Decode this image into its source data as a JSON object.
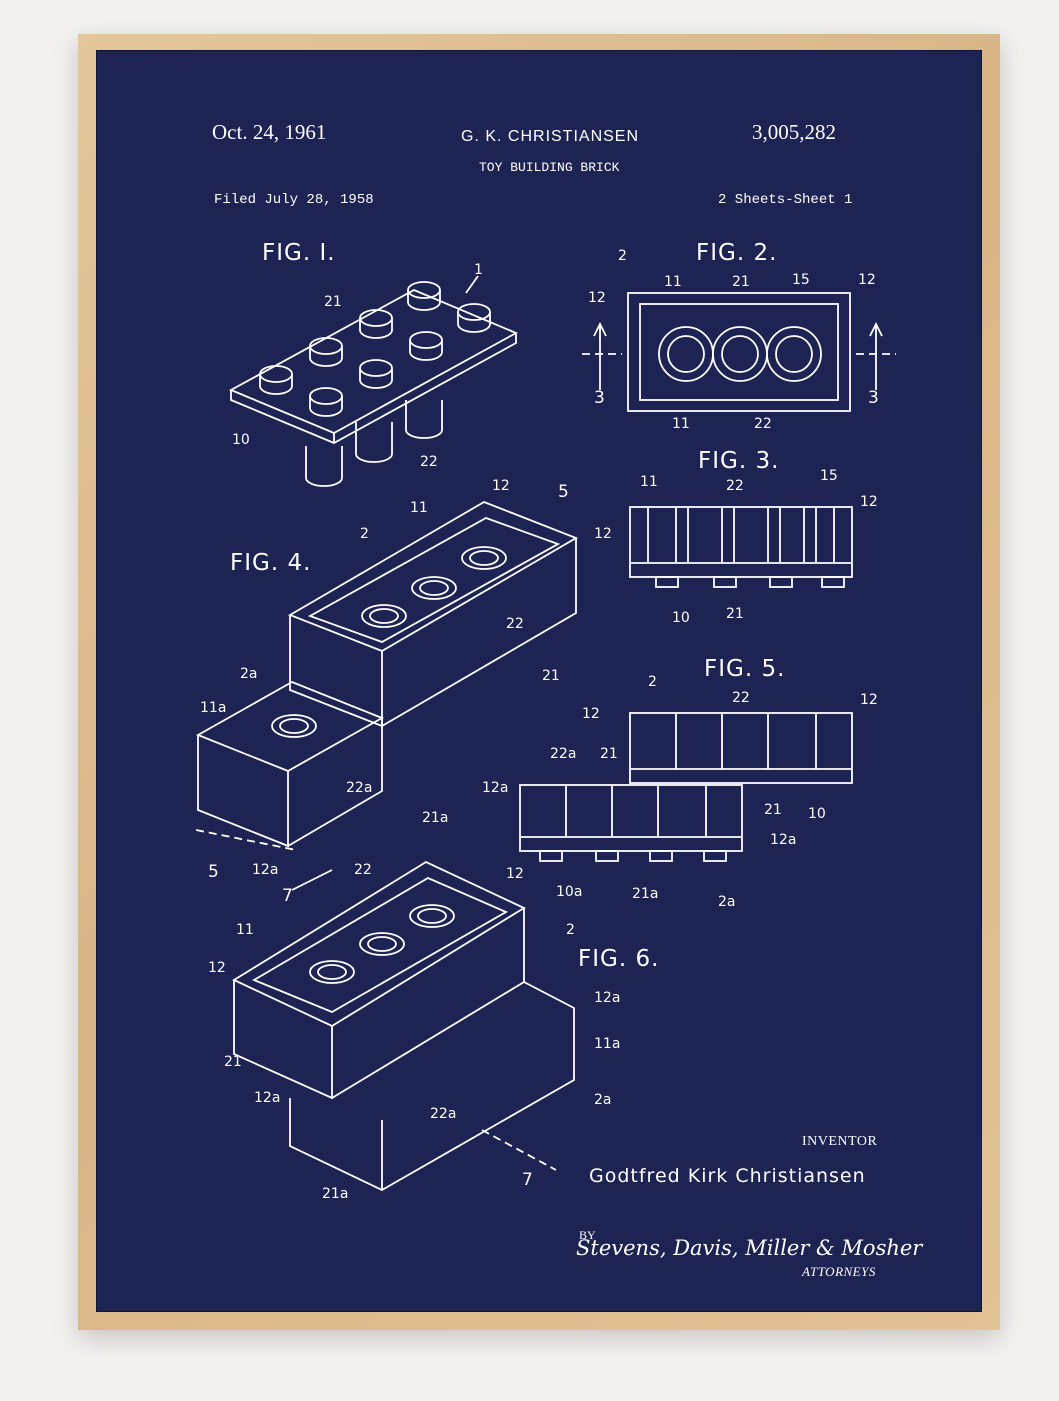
{
  "header": {
    "date": "Oct. 24, 1961",
    "inventor_short": "G. K. CHRISTIANSEN",
    "patent_number": "3,005,282",
    "title": "TOY BUILDING BRICK",
    "filed": "Filed July 28, 1958",
    "sheets": "2 Sheets-Sheet 1"
  },
  "figures": {
    "fig1": "FIG. I.",
    "fig2": "FIG. 2.",
    "fig3": "FIG. 3.",
    "fig4": "FIG. 4.",
    "fig5": "FIG. 5.",
    "fig6": "FIG. 6."
  },
  "labels": {
    "fig1": [
      "1",
      "21",
      "10",
      "22"
    ],
    "fig2": [
      "2",
      "11",
      "21",
      "15",
      "12",
      "12",
      "3",
      "3",
      "11",
      "22"
    ],
    "fig3": [
      "11",
      "22",
      "15",
      "12",
      "12",
      "10",
      "21"
    ],
    "fig4": [
      "12",
      "5",
      "11",
      "2",
      "22",
      "21",
      "2a",
      "11a",
      "22a",
      "21a",
      "5",
      "12a"
    ],
    "fig5": [
      "2",
      "22",
      "12",
      "12",
      "22a",
      "21",
      "12a",
      "21",
      "10",
      "12a",
      "10a",
      "21a",
      "2a"
    ],
    "fig6": [
      "22",
      "12",
      "7",
      "11",
      "2",
      "12",
      "12a",
      "11a",
      "21",
      "12a",
      "2a",
      "22a",
      "7",
      "21a"
    ]
  },
  "footer": {
    "inventor_label": "INVENTOR",
    "inventor_name": "Godtfred Kirk Christiansen",
    "by": "BY",
    "signature": "Stevens, Davis, Miller & Mosher",
    "attorneys": "ATTORNEYS"
  },
  "colors": {
    "background": "#1d2352",
    "ink": "#ffffff",
    "frame": "#d8b585",
    "wall": "#f3f1ee"
  }
}
